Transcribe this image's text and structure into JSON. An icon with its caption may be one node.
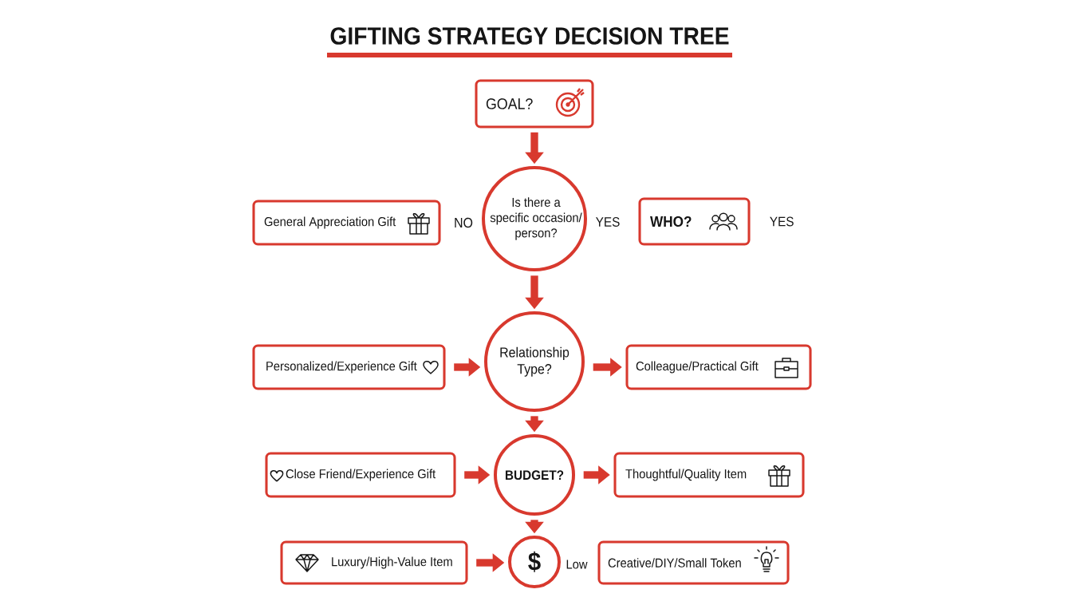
{
  "diagram": {
    "title": "GIFTING STRATEGY DECISION TREE",
    "nodes": [
      {
        "text": [
          "GOAL?"
        ]
      },
      {
        "text": [
          "General Appreciation Gift"
        ]
      },
      {
        "text": [
          "Is there a specific occasion/ person?"
        ]
      },
      {
        "text": [
          "WHO?"
        ],
        "beside": [
          "YES"
        ]
      },
      {
        "text": [
          "Personalized/Experience Gift"
        ]
      },
      {
        "text": [
          "Relationship Type?"
        ]
      },
      {
        "text": [
          "Colleague/Practical Gift"
        ]
      },
      {
        "text": [
          "Close Friend/Experience Gift"
        ]
      },
      {
        "text": [
          "BUDGET?"
        ]
      },
      {
        "text": [
          "Thoughtful/Quality Item"
        ]
      },
      {
        "text": [
          "Luxury/High-Value Item"
        ]
      },
      {
        "text": [
          "$"
        ]
      },
      {
        "text": [
          "Creative/DIY/Small Token"
        ]
      }
    ],
    "edges": [
      {
        "from": 0,
        "to": 2,
        "arrow": "to"
      },
      {
        "from": 2,
        "to": 5,
        "arrow": "to"
      },
      {
        "from": 4,
        "to": 5,
        "arrow": "to"
      },
      {
        "from": 5,
        "to": 6,
        "arrow": "to"
      },
      {
        "from": 5,
        "to": 8,
        "arrow": "to"
      },
      {
        "from": 7,
        "to": 8,
        "arrow": "to"
      },
      {
        "from": 8,
        "to": 9,
        "arrow": "to"
      },
      {
        "from": 8,
        "to": 11,
        "arrow": "to"
      },
      {
        "from": 10,
        "to": 11,
        "arrow": "to"
      }
    ],
    "labels": [
      "NO",
      "YES",
      "Low"
    ]
  }
}
